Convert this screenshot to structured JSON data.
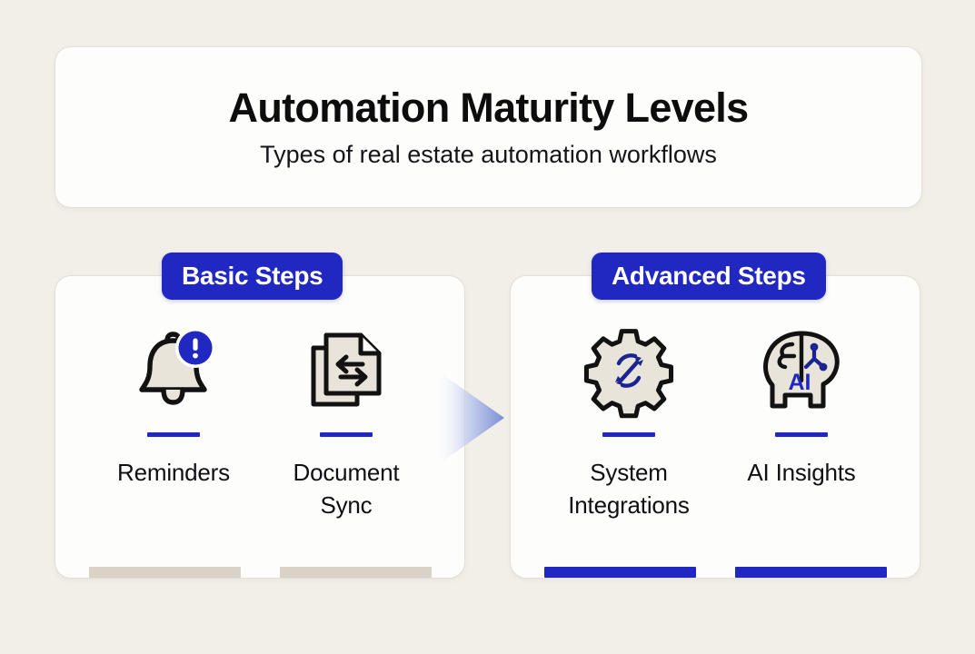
{
  "header": {
    "title": "Automation Maturity Levels",
    "subtitle": "Types of real estate automation workflows"
  },
  "colors": {
    "background": "#f2efe9",
    "card": "#fdfdfb",
    "accent_blue": "#2128c2",
    "icon_fill": "#e9e4d9",
    "icon_stroke": "#121212",
    "muted_bar": "#d9d2c6",
    "text": "#101014"
  },
  "panels": [
    {
      "badge": "Basic Steps",
      "bar_state": "muted",
      "items": [
        {
          "label": "Reminders",
          "icon": "bell-alert-icon"
        },
        {
          "label": "Document Sync",
          "icon": "document-sync-icon"
        }
      ]
    },
    {
      "badge": "Advanced Steps",
      "bar_state": "active",
      "items": [
        {
          "label": "System Integrations",
          "icon": "gear-integration-icon"
        },
        {
          "label": "AI Insights",
          "icon": "ai-brain-icon"
        }
      ]
    }
  ],
  "flow": {
    "arrow": "right-gradient-arrow",
    "direction": "basic-to-advanced"
  }
}
